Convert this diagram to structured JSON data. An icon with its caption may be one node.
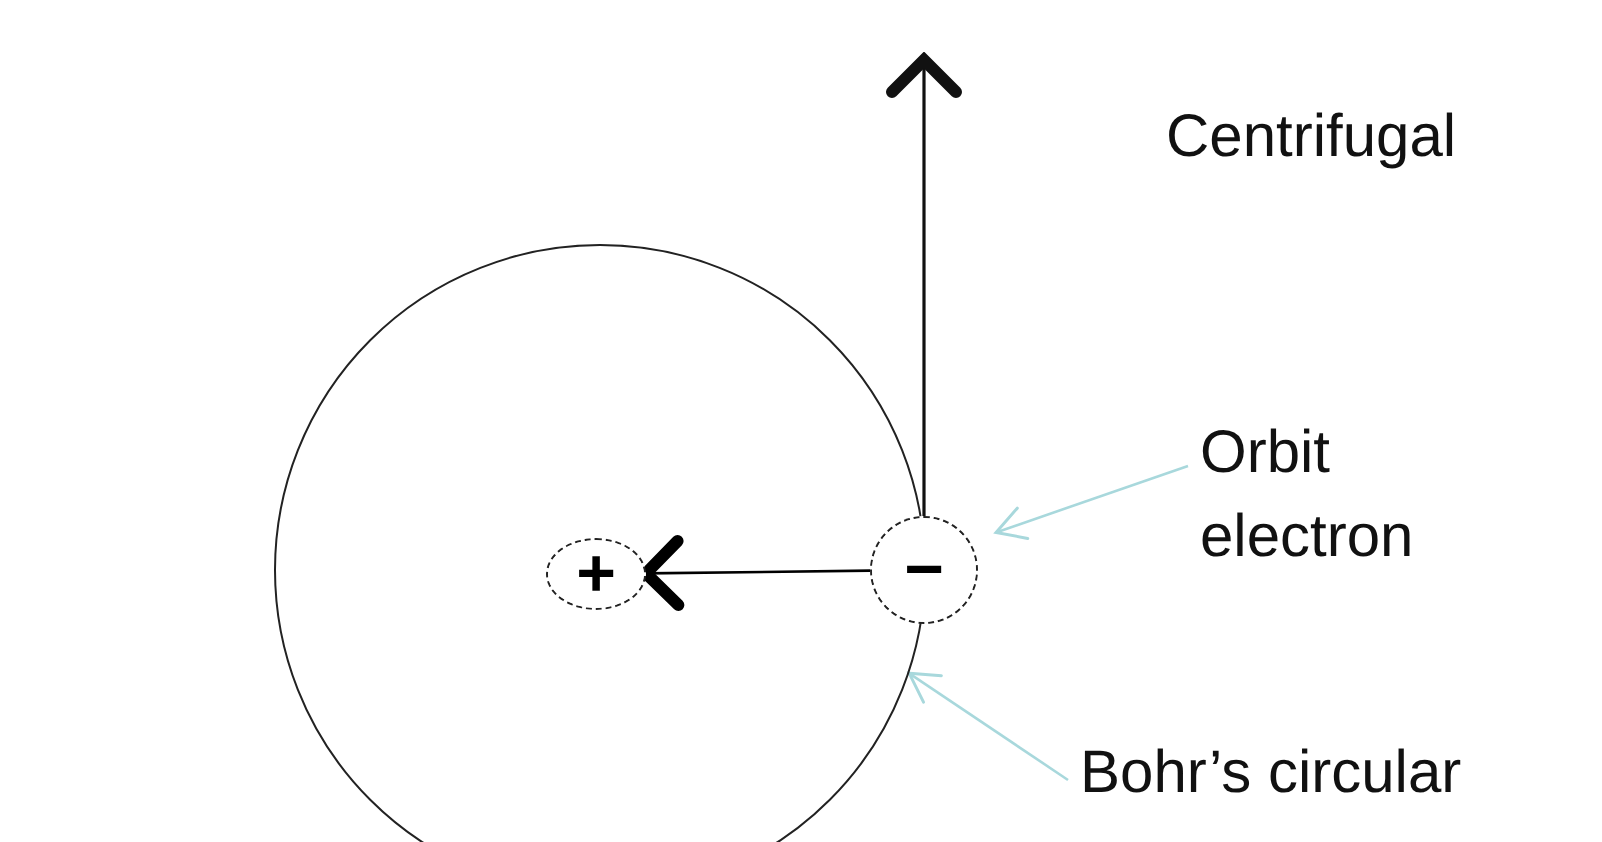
{
  "diagram": {
    "nodes": [
      {
        "text": [],
        "shape": "circle"
      },
      {
        "text": [
          "+"
        ],
        "in": 0
      },
      {
        "text": [
          "−"
        ]
      },
      {
        "text": [
          "Orbit electron"
        ]
      },
      {
        "text": [
          "Bohr’s circular"
        ]
      }
    ],
    "edges": [
      {
        "from": 2,
        "to": 1,
        "arrow": "to",
        "color": "#000000"
      },
      {
        "from": 3,
        "to": 2,
        "arrow": "to",
        "color": "#a8d8dc"
      },
      {
        "from": 4,
        "to": 0,
        "arrow": "to",
        "color": "#a8d8dc"
      }
    ],
    "labels": [
      "Centrifugal"
    ]
  }
}
